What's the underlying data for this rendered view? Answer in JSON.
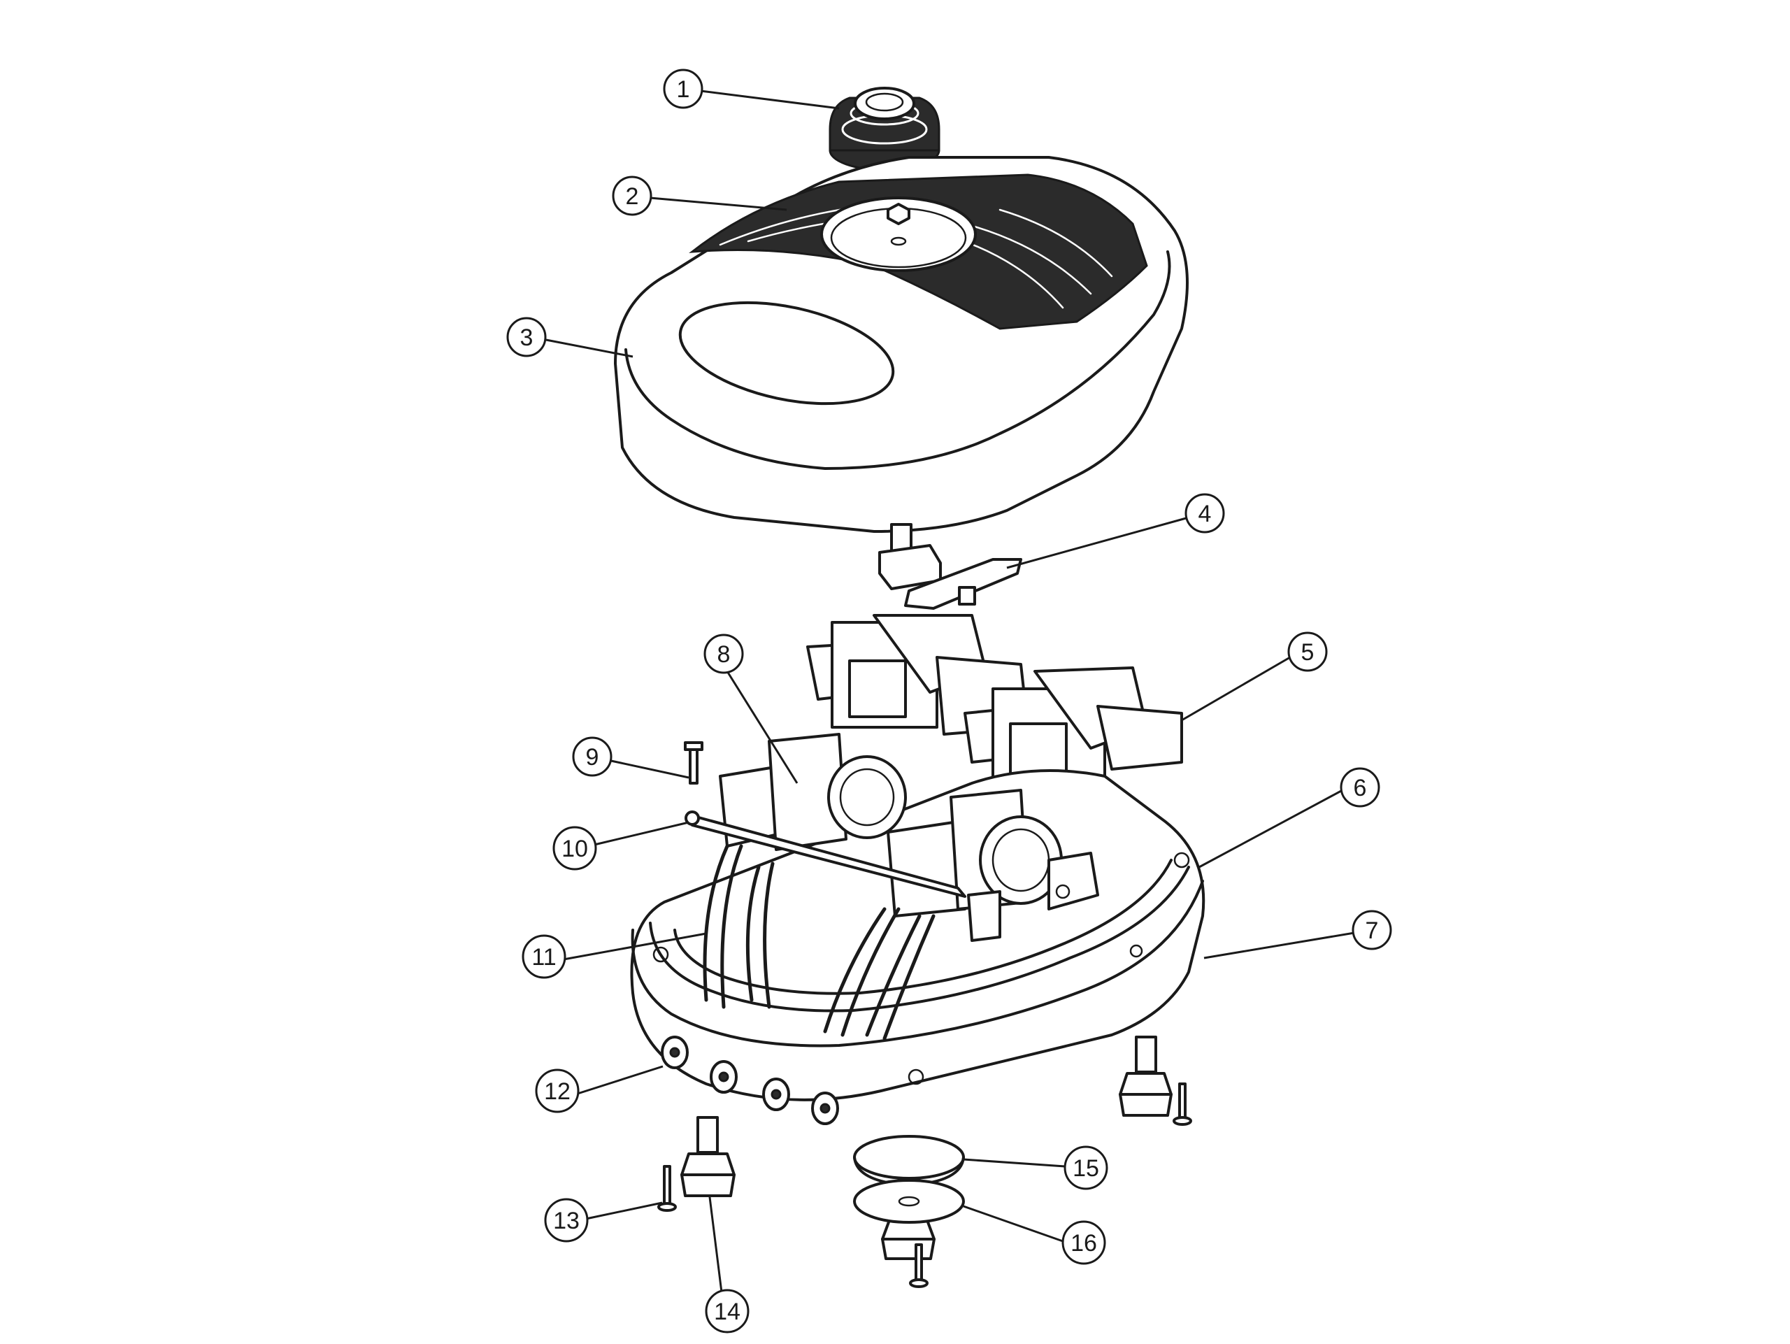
{
  "diagram": {
    "callouts": [
      {
        "number": "1"
      },
      {
        "number": "2"
      },
      {
        "number": "3"
      },
      {
        "number": "4"
      },
      {
        "number": "5"
      },
      {
        "number": "6"
      },
      {
        "number": "7"
      },
      {
        "number": "8"
      },
      {
        "number": "9"
      },
      {
        "number": "10"
      },
      {
        "number": "11"
      },
      {
        "number": "12"
      },
      {
        "number": "13"
      },
      {
        "number": "14"
      },
      {
        "number": "15"
      },
      {
        "number": "16"
      }
    ],
    "colors": {
      "line": "#1a1a1a",
      "background": "#ffffff",
      "fill_dark": "#2b2b2b"
    }
  }
}
